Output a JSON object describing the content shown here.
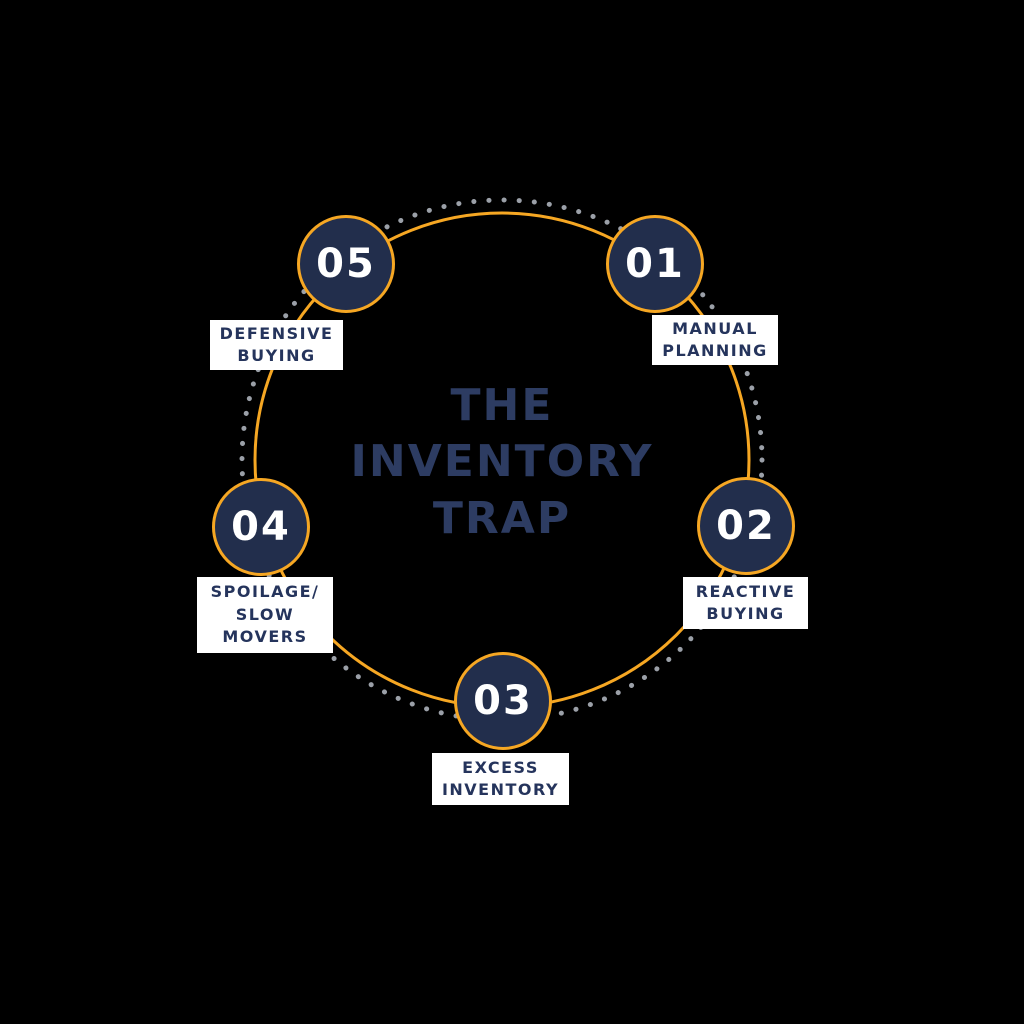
{
  "title": {
    "text": "THE\nINVENTORY\nTRAP"
  },
  "steps": [
    {
      "number": "01",
      "label": "MANUAL\nPLANNING"
    },
    {
      "number": "02",
      "label": "REACTIVE\nBUYING"
    },
    {
      "number": "03",
      "label": "EXCESS\nINVENTORY"
    },
    {
      "number": "04",
      "label": "SPOILAGE/\nSLOW\nMOVERS"
    },
    {
      "number": "05",
      "label": "DEFENSIVE\nBUYING"
    }
  ],
  "colors": {
    "background": "#000000",
    "node_fill_navy": "#222E4C",
    "ring_orange": "#F6A723",
    "dot_gray": "#9BA0A8",
    "title_navy": "#2D3C62",
    "label_text_navy": "#25345C",
    "label_box_white": "#FFFFFF",
    "node_number_white": "#FFFFFF"
  }
}
